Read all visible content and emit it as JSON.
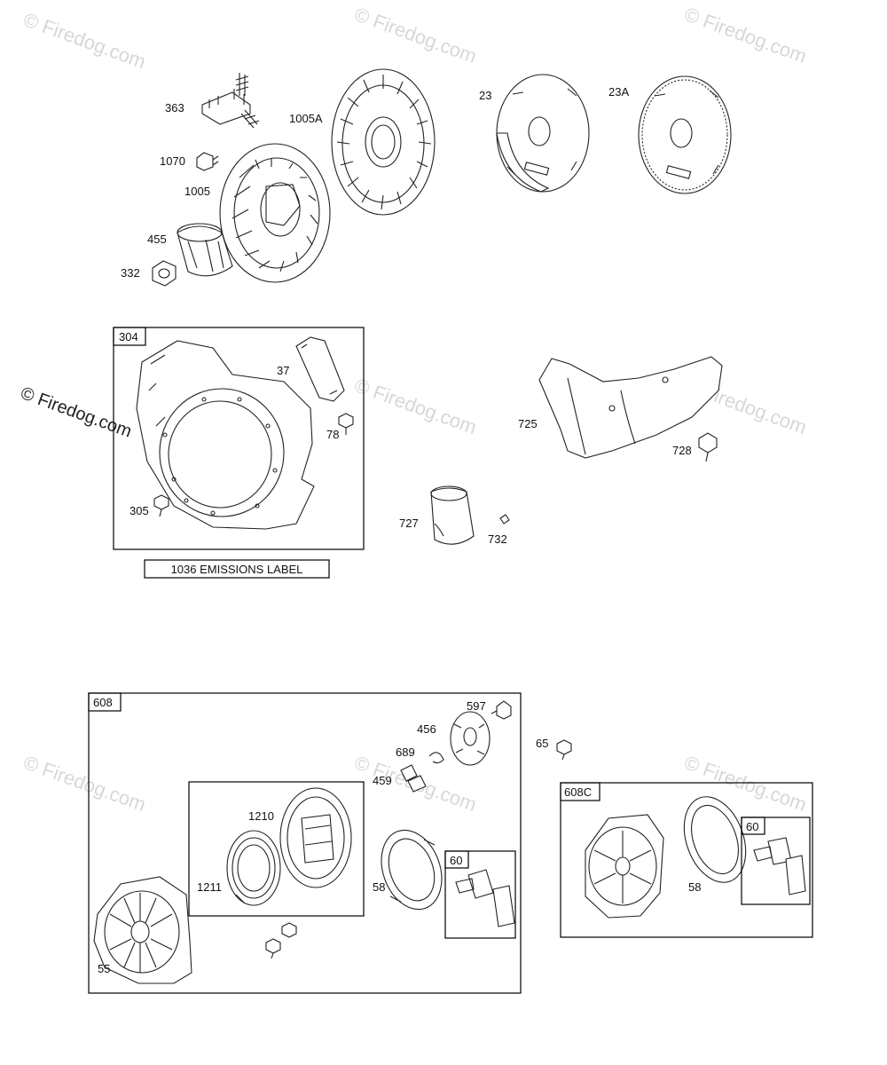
{
  "watermark": {
    "text": "© Firedog.com",
    "side_text": "© Firedog.com"
  },
  "emissions_label": "1036 EMISSIONS LABEL",
  "parts": {
    "p363": "363",
    "p1070": "1070",
    "p1005": "1005",
    "p1005a": "1005A",
    "p455": "455",
    "p332": "332",
    "p23": "23",
    "p23a": "23A",
    "p37": "37",
    "p78": "78",
    "p305": "305",
    "p725": "725",
    "p728": "728",
    "p727": "727",
    "p732": "732",
    "p597": "597",
    "p456": "456",
    "p689": "689",
    "p459": "459",
    "p1210": "1210",
    "p1211": "1211",
    "p58": "58",
    "p60": "60",
    "p55": "55",
    "p65": "65",
    "p58b": "58",
    "p60b": "60"
  },
  "boxes": {
    "housing_304": "304",
    "starter_608": "608",
    "starter_608c": "608C"
  }
}
